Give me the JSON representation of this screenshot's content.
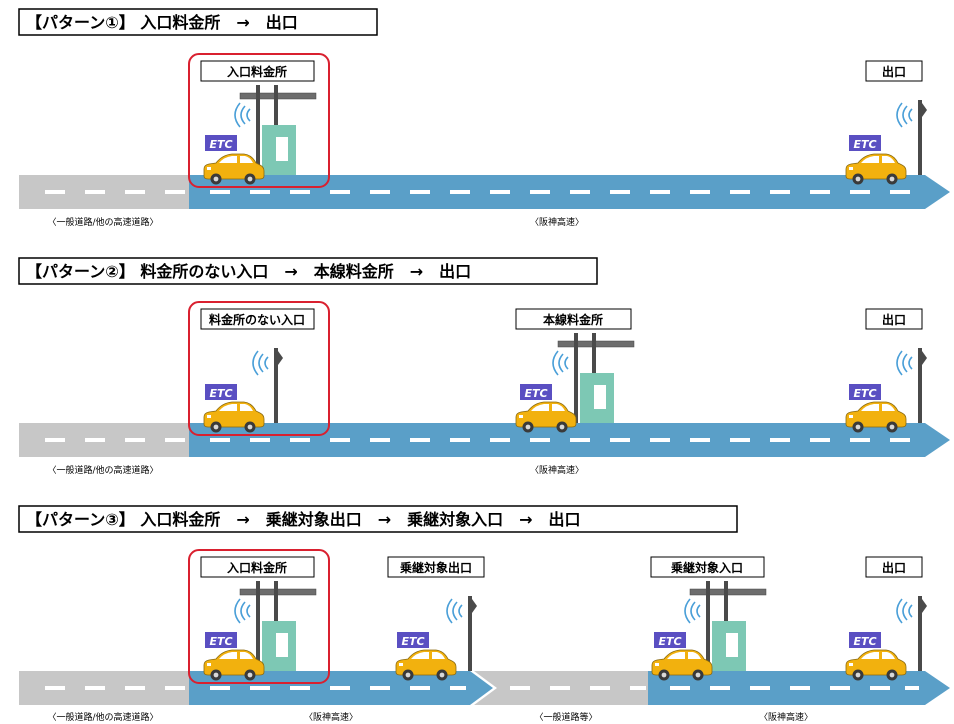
{
  "patterns": [
    {
      "title": "【パターン①】 入口料金所　→　出口",
      "stations": [
        "入口料金所",
        "出口"
      ],
      "road_labels": [
        "〈一般道路/他の高速道路〉",
        "〈阪神高速〉"
      ]
    },
    {
      "title": "【パターン②】 料金所のない入口　→　本線料金所　→　出口",
      "stations": [
        "料金所のない入口",
        "本線料金所",
        "出口"
      ],
      "road_labels": [
        "〈一般道路/他の高速道路〉",
        "〈阪神高速〉"
      ]
    },
    {
      "title": "【パターン③】 入口料金所　→　乗継対象出口　→　乗継対象入口　→　出口",
      "stations": [
        "入口料金所",
        "乗継対象出口",
        "乗継対象入口",
        "出口"
      ],
      "road_labels": [
        "〈一般道路/他の高速道路〉",
        "〈阪神高速〉",
        "〈一般道路等〉",
        "〈阪神高速〉"
      ]
    }
  ],
  "etc_badge": "ETC",
  "icons": [
    "car-icon",
    "etc-antenna-icon",
    "toll-gate-icon",
    "toll-booth-icon"
  ],
  "colors": {
    "expressway": "#5a9fc8",
    "general_road": "#c7c7c7",
    "highlight_box": "#d9202f",
    "car_body": "#f2b10e",
    "etc_badge": "#5a4fc2",
    "booth": "#7dc8b4",
    "gate": "#6d6d6d",
    "signal_wave": "#4a9fd8"
  }
}
